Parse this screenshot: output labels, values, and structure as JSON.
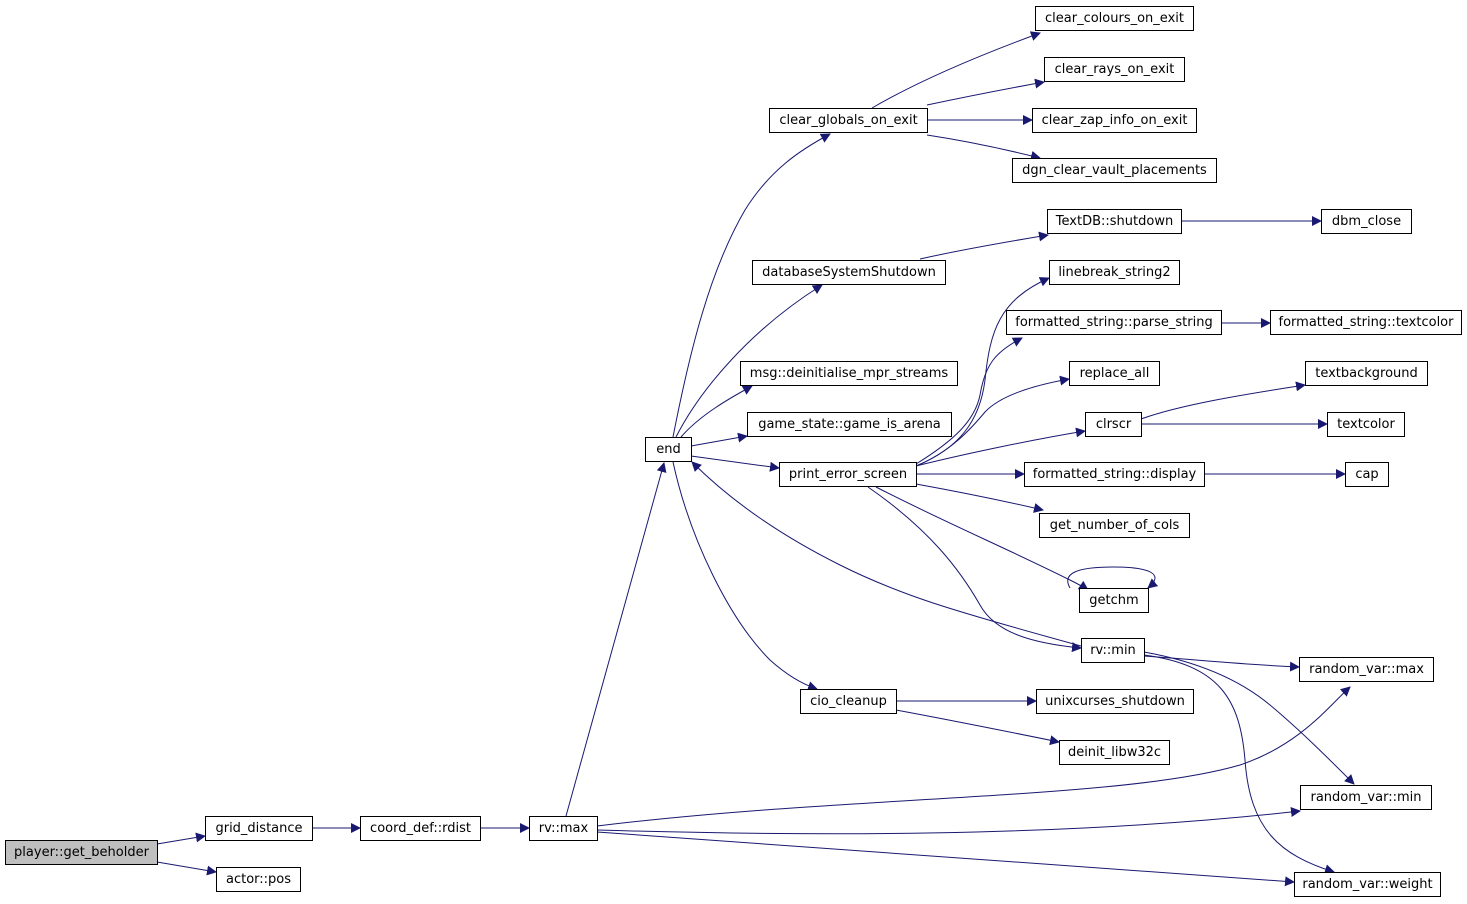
{
  "colors": {
    "edge": "#191970",
    "node_border": "#000000",
    "root_fill": "#bfbfbf",
    "background": "#ffffff"
  },
  "nodes": {
    "get_beholder": "player::get_beholder",
    "grid_distance": "grid_distance",
    "actor_pos": "actor::pos",
    "rdist": "coord_def::rdist",
    "rv_max": "rv::max",
    "end": "end",
    "clear_globals": "clear_globals_on_exit",
    "clear_colours": "clear_colours_on_exit",
    "clear_rays": "clear_rays_on_exit",
    "clear_zap": "clear_zap_info_on_exit",
    "dgn_clear": "dgn_clear_vault_placements",
    "db_shutdown": "databaseSystemShutdown",
    "textdb_shutdown": "TextDB::shutdown",
    "dbm_close": "dbm_close",
    "linebreak": "linebreak_string2",
    "parse_string": "formatted_string::parse_string",
    "fs_textcolor": "formatted_string::textcolor",
    "mpr_streams": "msg::deinitialise_mpr_streams",
    "replace_all": "replace_all",
    "textbackground": "textbackground",
    "game_is_arena": "game_state::game_is_arena",
    "clrscr": "clrscr",
    "textcolor": "textcolor",
    "print_error": "print_error_screen",
    "fs_display": "formatted_string::display",
    "cap": "cap",
    "get_cols": "get_number_of_cols",
    "getchm": "getchm",
    "rv_min": "rv::min",
    "rvar_max": "random_var::max",
    "cio_cleanup": "cio_cleanup",
    "unixcurses": "unixcurses_shutdown",
    "deinit_libw32c": "deinit_libw32c",
    "rvar_min": "random_var::min",
    "rvar_weight": "random_var::weight"
  }
}
